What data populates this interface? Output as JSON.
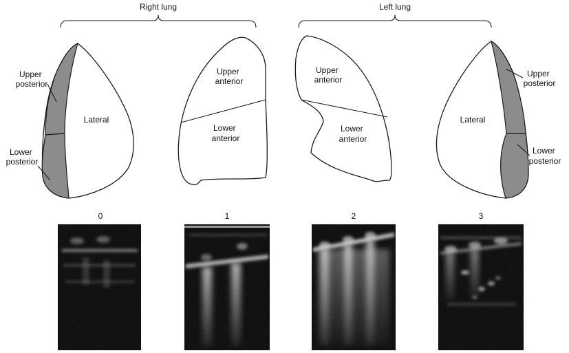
{
  "groups": {
    "right": "Right lung",
    "left": "Left lung"
  },
  "regions": {
    "upper_posterior": [
      "Upper",
      "posterior"
    ],
    "lower_posterior": [
      "Lower",
      "posterior"
    ],
    "lateral": "Lateral",
    "upper_anterior": [
      "Upper",
      "anterior"
    ],
    "lower_anterior": [
      "Lower",
      "anterior"
    ]
  },
  "scores": [
    "0",
    "1",
    "2",
    "3"
  ],
  "colors": {
    "shaded_region": "#8c8c8c",
    "outline": "#1a1a1a",
    "ultrasound_bg": "#0c0c0c"
  }
}
